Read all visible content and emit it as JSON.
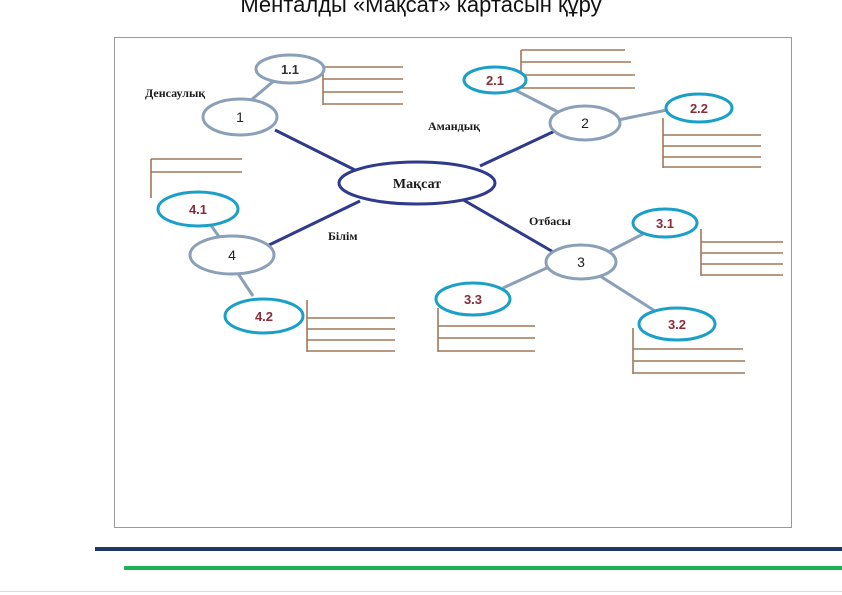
{
  "title": "Менталды «Мақсат» картасын құру",
  "diagram": {
    "center": "Мақсат",
    "branches": [
      {
        "label": "Денсаулық",
        "number": "1",
        "subs": [
          "1.1"
        ]
      },
      {
        "label": "Амандық",
        "number": "2",
        "subs": [
          "2.1",
          "2.2"
        ]
      },
      {
        "label": "Отбасы",
        "number": "3",
        "subs": [
          "3.1",
          "3.2",
          "3.3"
        ]
      },
      {
        "label": "Білім",
        "number": "4",
        "subs": [
          "4.1",
          "4.2"
        ]
      }
    ]
  },
  "colors": {
    "main_link": "#2e3a8c",
    "node_outline": "#8aa0b8",
    "sub_outline": "#1aa0c8",
    "sub_link": "#8aa0b8",
    "note_lines": "#a0785a",
    "bar_navy": "#1f3864",
    "bar_green": "#1db255"
  }
}
